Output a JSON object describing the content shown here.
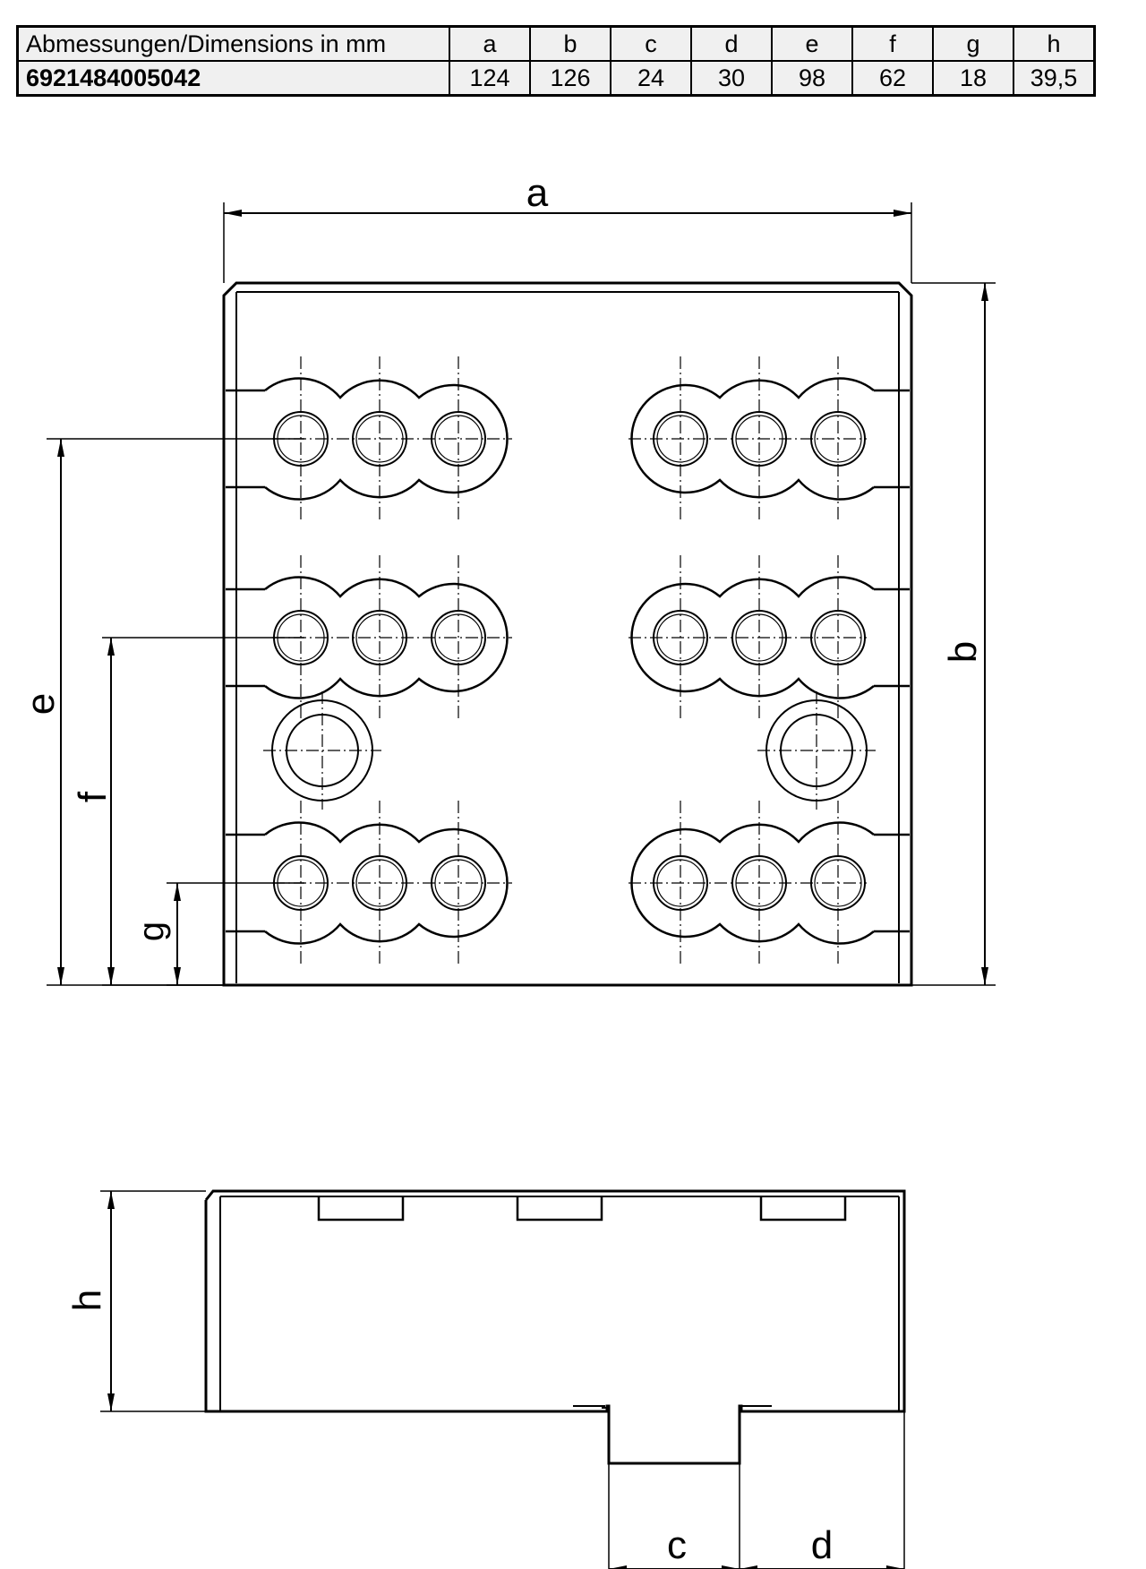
{
  "table": {
    "header_label": "Abmessungen/Dimensions in mm",
    "columns": [
      "a",
      "b",
      "c",
      "d",
      "e",
      "f",
      "g",
      "h"
    ],
    "article_number": "6921484005042",
    "values": [
      "124",
      "126",
      "24",
      "30",
      "98",
      "62",
      "18",
      "39,5"
    ]
  },
  "drawing": {
    "labels": {
      "a": "a",
      "b": "b",
      "c": "c",
      "d": "d",
      "e": "e",
      "f": "f",
      "g": "g",
      "h": "h"
    }
  }
}
